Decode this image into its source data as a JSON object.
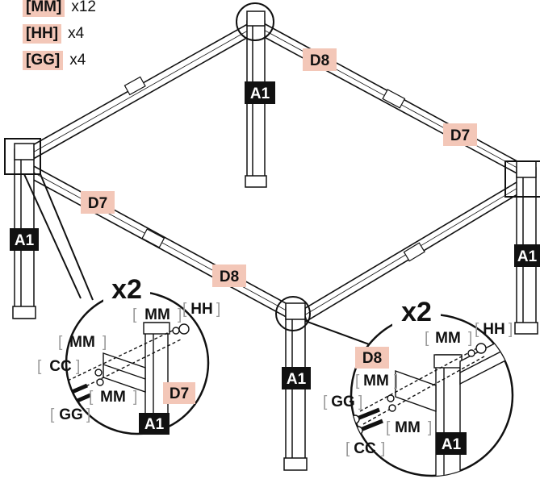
{
  "parts_list": [
    {
      "code": "[MM]",
      "qty": "x12"
    },
    {
      "code": "[HH]",
      "qty": "x4"
    },
    {
      "code": "[GG]",
      "qty": "x4"
    }
  ],
  "labels": {
    "post": "A1",
    "beam_d8": "D8",
    "beam_d7": "D7"
  },
  "detail_left": {
    "multiplier": "x2",
    "mm": "MM",
    "hh": "HH",
    "cc": "CC",
    "gg": "GG",
    "beam": "D7",
    "post": "A1"
  },
  "detail_right": {
    "multiplier": "x2",
    "mm": "MM",
    "hh": "HH",
    "cc": "CC",
    "gg": "GG",
    "beam": "D8",
    "post": "A1"
  },
  "colors": {
    "label_highlight": "#f3c7b8",
    "post_label_bg": "#111111",
    "bracket_text": "#9a9a9a"
  }
}
